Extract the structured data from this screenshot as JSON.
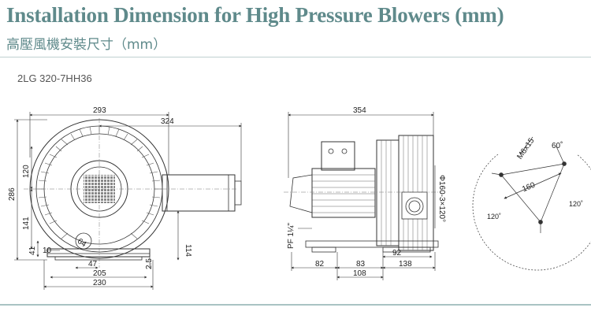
{
  "header": {
    "title": "Installation Dimension for High Pressure Blowers (mm)",
    "subtitle": "高壓風機安裝尺寸（mm）"
  },
  "model": "2LG 320-7HH36",
  "front_view": {
    "dims": {
      "d293": "293",
      "d324": "324",
      "d120": "120",
      "d286": "286",
      "d141": "141",
      "d41": "41",
      "d10": "10",
      "d64": "64",
      "d114": "114",
      "d47": "47",
      "d2_5": "2.5",
      "d205": "205",
      "d230": "230"
    }
  },
  "side_view": {
    "dims": {
      "d354": "354",
      "flange": "Φ160-3×120°",
      "pf": "PF 1¼\"",
      "d82": "82",
      "d83": "83",
      "d92": "92",
      "d138": "138",
      "d108": "108"
    }
  },
  "flange_view": {
    "labels": {
      "bolt": "M6x15",
      "angle60": "60˚",
      "d160": "160",
      "a120_left": "120˚",
      "a120_right": "120˚"
    }
  }
}
